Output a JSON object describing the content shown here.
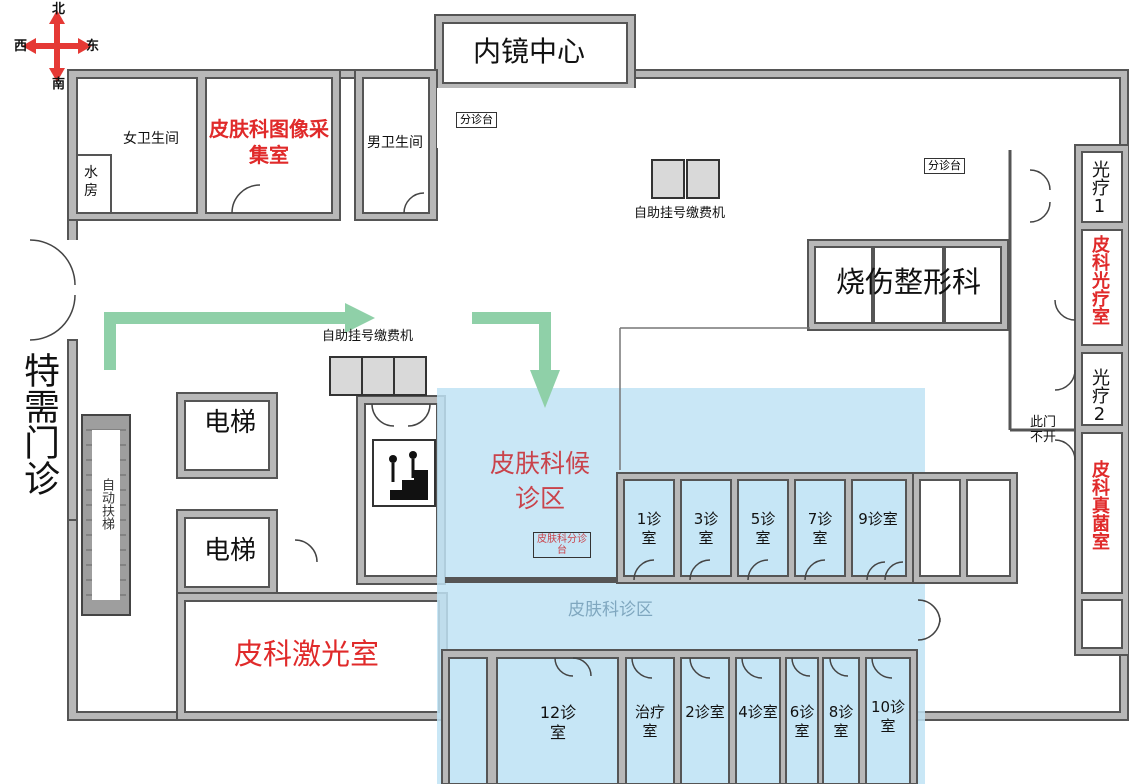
{
  "compass": {
    "north": "北",
    "south": "南",
    "east": "东",
    "west": "西"
  },
  "labels": {
    "endoscopy": "内镜中心",
    "triage_top": "分诊台",
    "triage_right": "分诊台",
    "women_wc": "女卫生间",
    "men_wc": "男卫生间",
    "water_room": "水房",
    "imaging_room": "皮肤科图像采集室",
    "kiosk_top": "自助挂号缴费机",
    "kiosk_mid": "自助挂号缴费机",
    "burn_dept": "烧伤整形科",
    "special_clinic": "特需门诊",
    "escalator": "自动扶梯",
    "elevator_1": "电梯",
    "elevator_2": "电梯",
    "waiting_area": "皮肤科候诊区",
    "derm_triage": "皮肤科分诊台",
    "clinic_area": "皮肤科诊区",
    "laser_room": "皮科激光室",
    "light_therapy_1": "光疗1",
    "light_therapy_room": "皮科光疗室",
    "light_therapy_2": "光疗2",
    "door_closed": "此门不开",
    "fungus_room": "皮科真菌室"
  },
  "rooms_top": [
    "1诊室",
    "3诊室",
    "5诊室",
    "7诊室",
    "9诊室"
  ],
  "rooms_bottom": [
    "12诊室",
    "治疗室",
    "2诊室",
    "4诊室",
    "6诊室",
    "8诊室",
    "10诊室"
  ],
  "colors": {
    "arrow": "#8fd0a8",
    "clinic_zone": "#bfe3f5",
    "red_label": "#e02a2a",
    "compass": "#e53935"
  }
}
